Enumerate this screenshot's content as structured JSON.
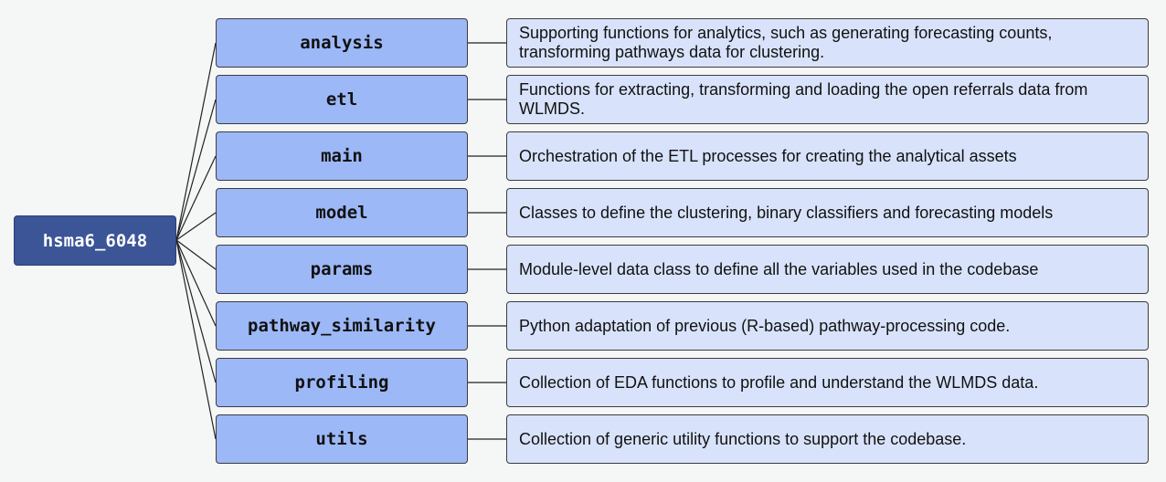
{
  "root": {
    "label": "hsma6_6048"
  },
  "modules": [
    {
      "name": "analysis",
      "description": "Supporting functions for analytics, such as generating forecasting counts, transforming pathways data for clustering."
    },
    {
      "name": "etl",
      "description": "Functions for extracting, transforming and loading the open referrals data from WLMDS."
    },
    {
      "name": "main",
      "description": "Orchestration of the ETL processes for creating the analytical assets"
    },
    {
      "name": "model",
      "description": "Classes to define the clustering, binary classifiers and forecasting models"
    },
    {
      "name": "params",
      "description": "Module-level data class to define all the variables used in the codebase"
    },
    {
      "name": "pathway_similarity",
      "description": "Python adaptation of previous (R-based) pathway-processing code."
    },
    {
      "name": "profiling",
      "description": "Collection of EDA functions to profile and understand the WLMDS data."
    },
    {
      "name": "utils",
      "description": "Collection of generic utility functions to support the codebase."
    }
  ],
  "colors": {
    "background": "#f5f7f6",
    "root_fill": "#3b5597",
    "module_fill": "#9db8f7",
    "description_fill": "#d8e3fb",
    "line": "#222222"
  }
}
